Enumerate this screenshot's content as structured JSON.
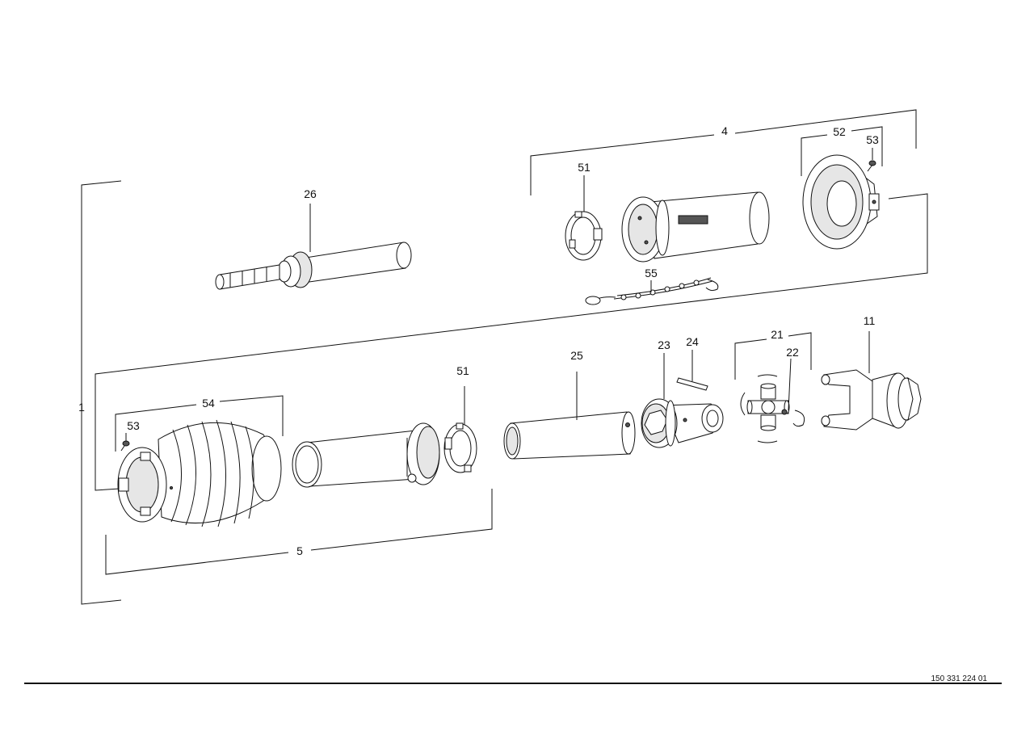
{
  "labels": {
    "l1": "1",
    "l4": "4",
    "l5": "5",
    "l11": "11",
    "l21": "21",
    "l22": "22",
    "l23": "23",
    "l24": "24",
    "l25": "25",
    "l26": "26",
    "l51a": "51",
    "l51b": "51",
    "l52": "52",
    "l53a": "53",
    "l53b": "53",
    "l54": "54",
    "l55": "55"
  },
  "footer": {
    "document_number": "150 331 224 01"
  }
}
